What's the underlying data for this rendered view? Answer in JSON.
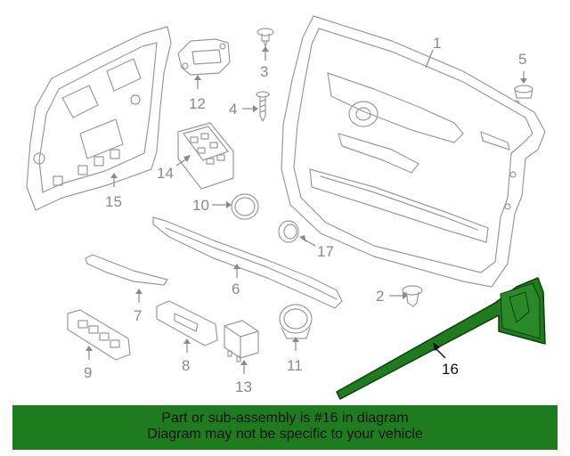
{
  "highlight_color": "#1e7b1e",
  "callouts": [
    {
      "id": "1",
      "label": "1"
    },
    {
      "id": "2",
      "label": "2"
    },
    {
      "id": "3",
      "label": "3"
    },
    {
      "id": "4",
      "label": "4"
    },
    {
      "id": "5",
      "label": "5"
    },
    {
      "id": "6",
      "label": "6"
    },
    {
      "id": "7",
      "label": "7"
    },
    {
      "id": "8",
      "label": "8"
    },
    {
      "id": "9",
      "label": "9"
    },
    {
      "id": "10",
      "label": "10"
    },
    {
      "id": "11",
      "label": "11"
    },
    {
      "id": "12",
      "label": "12"
    },
    {
      "id": "13",
      "label": "13"
    },
    {
      "id": "14",
      "label": "14"
    },
    {
      "id": "15",
      "label": "15"
    },
    {
      "id": "16",
      "label": "16"
    },
    {
      "id": "17",
      "label": "17"
    }
  ],
  "banner": {
    "line1": "Part or sub-assembly is #16 in diagram",
    "line2": "Diagram may not be specific to your vehicle"
  }
}
